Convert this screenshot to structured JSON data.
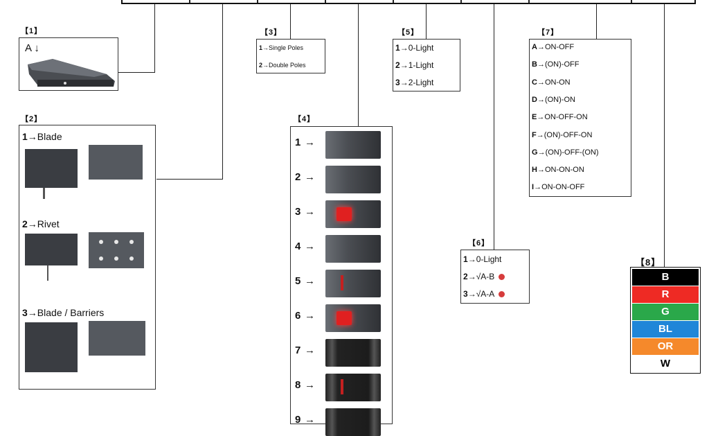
{
  "sections": {
    "s1": {
      "label": "【1】",
      "pedal_label": "A ↓"
    },
    "s2": {
      "label": "【2】",
      "items": [
        {
          "num": "1",
          "text": "Blade"
        },
        {
          "num": "2",
          "text": "Rivet"
        },
        {
          "num": "3",
          "text": "Blade / Barriers"
        }
      ]
    },
    "s3": {
      "label": "【3】",
      "items": [
        {
          "num": "1",
          "text": "Single Poles"
        },
        {
          "num": "2",
          "text": "Double Poles"
        }
      ]
    },
    "s4": {
      "label": "【4】",
      "items": [
        {
          "num": "1",
          "style": "plain-dots"
        },
        {
          "num": "2",
          "style": "plain-dashes"
        },
        {
          "num": "3",
          "style": "red-glow"
        },
        {
          "num": "4",
          "style": "dual-dashes"
        },
        {
          "num": "5",
          "style": "dual-red"
        },
        {
          "num": "6",
          "style": "red-glow-dual"
        },
        {
          "num": "7",
          "style": "stripes"
        },
        {
          "num": "8",
          "style": "stripes-red"
        },
        {
          "num": "9",
          "style": "stripes"
        }
      ]
    },
    "s5": {
      "label": "【5】",
      "items": [
        {
          "num": "1",
          "text": "0-Light"
        },
        {
          "num": "2",
          "text": "1-Light"
        },
        {
          "num": "3",
          "text": "2-Light"
        }
      ]
    },
    "s6": {
      "label": "【6】",
      "items": [
        {
          "num": "1",
          "text": "0-Light",
          "dot": false
        },
        {
          "num": "2",
          "text": "√A-B",
          "dot": true
        },
        {
          "num": "3",
          "text": "√A-A",
          "dot": true
        }
      ]
    },
    "s7": {
      "label": "【7】",
      "items": [
        {
          "num": "A",
          "text": "ON-OFF"
        },
        {
          "num": "B",
          "text": "(ON)-OFF"
        },
        {
          "num": "C",
          "text": "ON-ON"
        },
        {
          "num": "D",
          "text": "(ON)-ON"
        },
        {
          "num": "E",
          "text": "ON-OFF-ON"
        },
        {
          "num": "F",
          "text": "(ON)-OFF-ON"
        },
        {
          "num": "G",
          "text": "(ON)-OFF-(ON)"
        },
        {
          "num": "H",
          "text": "ON-ON-ON"
        },
        {
          "num": "I",
          "text": "ON-ON-OFF"
        }
      ]
    },
    "s8": {
      "label": "【8】",
      "colors": [
        {
          "code": "B",
          "bg": "#000000",
          "fg": "#ffffff"
        },
        {
          "code": "R",
          "bg": "#ee2a24",
          "fg": "#ffffff"
        },
        {
          "code": "G",
          "bg": "#2aa84a",
          "fg": "#ffffff"
        },
        {
          "code": "BL",
          "bg": "#1f86d8",
          "fg": "#ffffff"
        },
        {
          "code": "OR",
          "bg": "#f5892b",
          "fg": "#ffffff"
        },
        {
          "code": "W",
          "bg": "#ffffff",
          "fg": "#000000"
        }
      ]
    }
  },
  "arrow": "→",
  "dot_color": "#d63c3c"
}
